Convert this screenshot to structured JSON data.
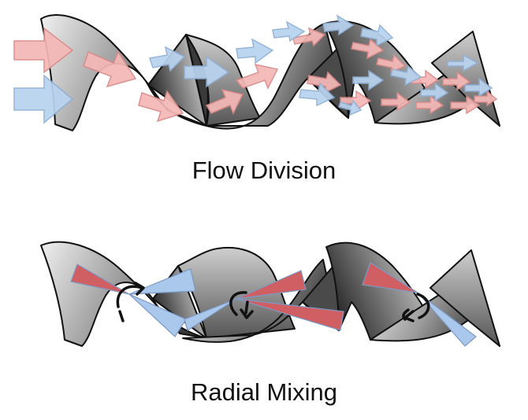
{
  "panels": [
    {
      "id": "flow-division",
      "caption": "Flow Division"
    },
    {
      "id": "radial-mixing",
      "caption": "Radial Mixing"
    }
  ],
  "colors": {
    "pink_arrow": "#f4b8b6",
    "pink_arrow_stroke": "#d98a88",
    "blue_arrow": "#b9d3ee",
    "blue_arrow_stroke": "#8fb0d6",
    "red_wedge": "#cf5f62",
    "blue_wedge": "#aac8ec",
    "blade_dark": "#3c3c3c",
    "blade_light": "#dedede",
    "outline": "#111111"
  },
  "icons": [
    "flow-arrow-icon",
    "rotation-arrow-icon",
    "mixing-wedge-icon"
  ]
}
